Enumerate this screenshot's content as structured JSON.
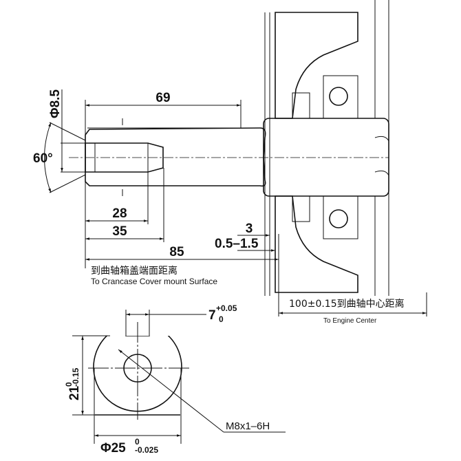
{
  "dimensions": {
    "length_69": "69",
    "diameter_8_5": "Φ8.5",
    "angle_60": "60°",
    "length_28": "28",
    "length_35": "35",
    "length_85": "85",
    "gap_3": "3",
    "gap_range": "0.5–1.5",
    "key_width": "7",
    "key_tol_upper": "+0.05",
    "key_tol_lower": "0",
    "flat_height": "21",
    "flat_tol_upper": "0",
    "flat_tol_lower": "-0.15",
    "shaft_diameter": "Φ25",
    "shaft_tol_upper": "0",
    "shaft_tol_lower": "-0.025",
    "thread": "M8x1–6H"
  },
  "labels": {
    "cover_cn": "到曲轴箱盖端面距离",
    "cover_en": "To Crancase Cover mount Surface",
    "center_cn": "100±0.15到曲轴中心距离",
    "center_en": "To Engine Center"
  }
}
